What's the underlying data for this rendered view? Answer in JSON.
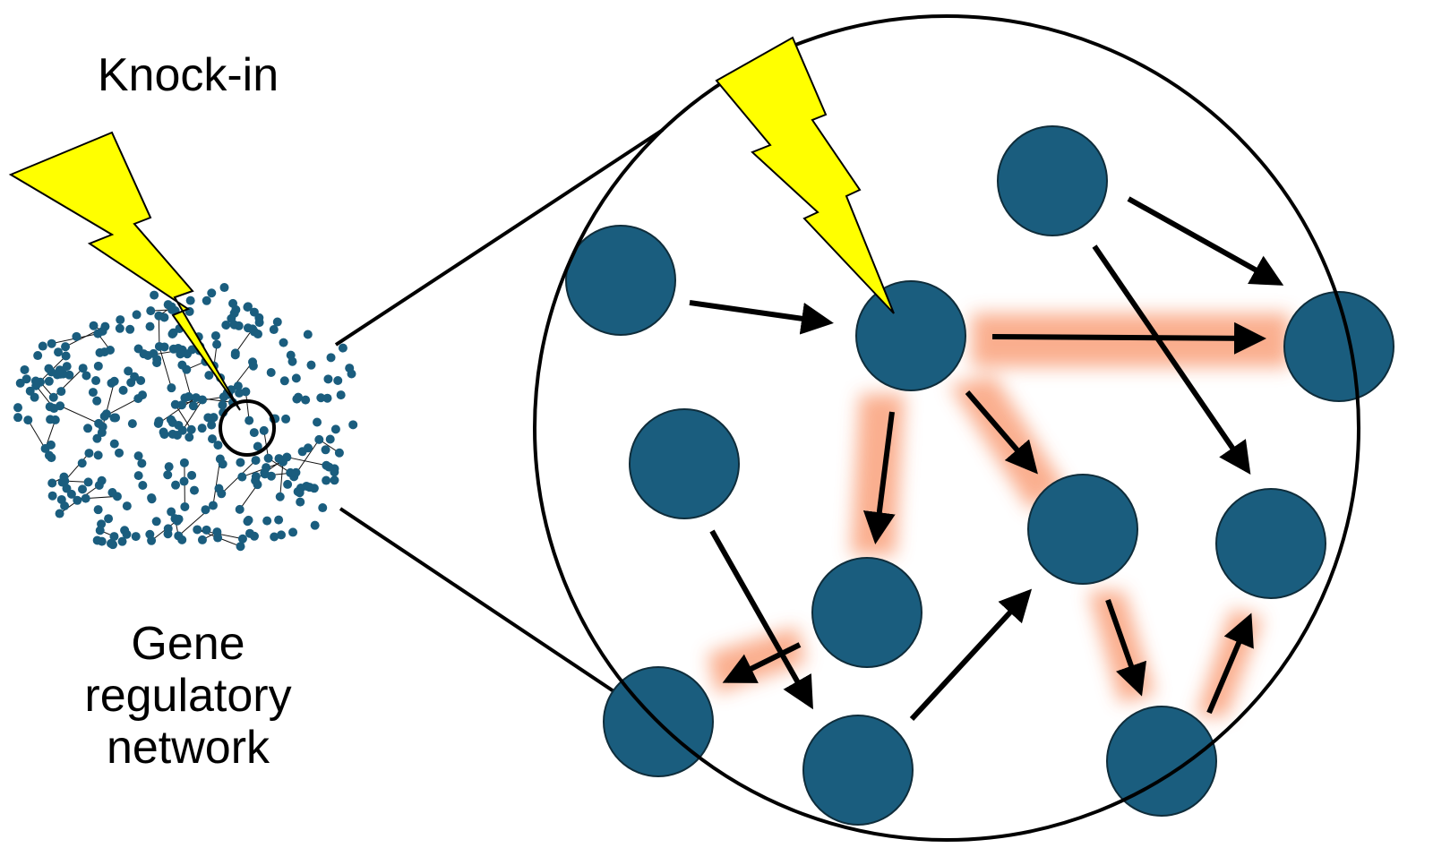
{
  "labels": {
    "knock_in": "Knock-in",
    "network_line1": "Gene",
    "network_line2": "regulatory",
    "network_line3": "network"
  },
  "colors": {
    "node_fill": "#1a5d7e",
    "bolt_fill": "#ffff00",
    "highlight_glow": "#f9a07a",
    "line": "#000000",
    "background": "#ffffff"
  },
  "icons": {
    "bolt": "lightning-bolt-icon"
  }
}
